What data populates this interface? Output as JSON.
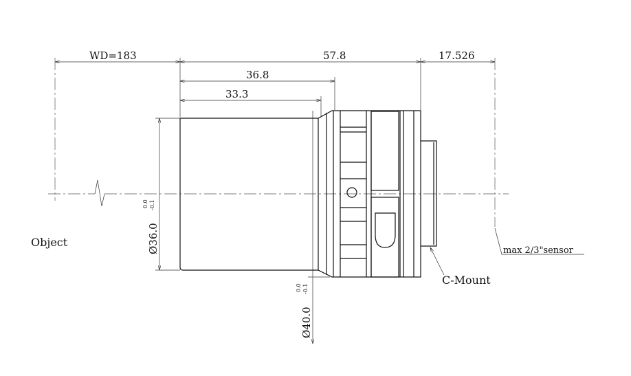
{
  "drawing": {
    "dimensions": {
      "working_distance": "WD=183",
      "total_length": "57.8",
      "flange_back": "17.526",
      "barrel_length_1": "36.8",
      "barrel_length_2": "33.3",
      "front_diameter": "Ø36.0",
      "front_diameter_tol_upper": "0.0",
      "front_diameter_tol_lower": "-0.1",
      "ring_diameter": "Ø40.0",
      "ring_diameter_tol_upper": "0.0",
      "ring_diameter_tol_lower": "-0.1"
    },
    "labels": {
      "object": "Object",
      "mount": "C-Mount",
      "sensor": "max 2/3\"sensor"
    }
  }
}
